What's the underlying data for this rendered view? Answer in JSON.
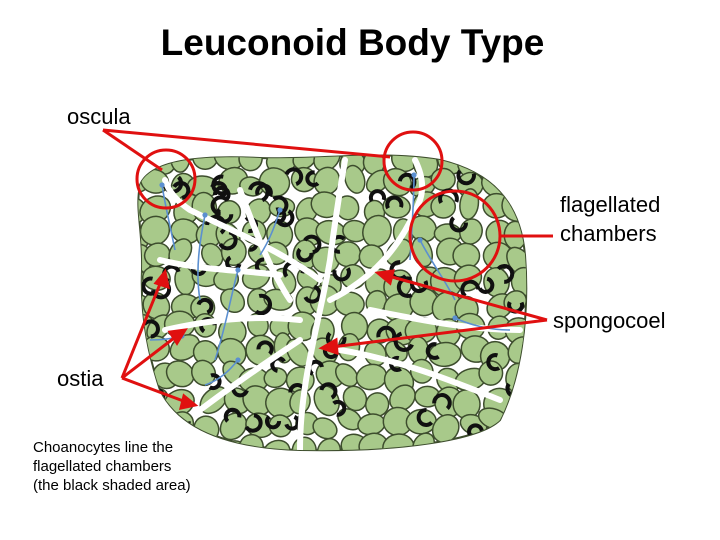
{
  "title": "Leuconoid Body Type",
  "labels": {
    "oscula": "oscula",
    "flagellated_line1": "flagellated",
    "flagellated_line2": "chambers",
    "spongocoel": "spongocoel",
    "ostia": "ostia"
  },
  "caption": {
    "line1": "Choanocytes line the",
    "line2": "flagellated chambers",
    "line3": "(the black shaded area)"
  },
  "colors": {
    "tissue": "#a8c98a",
    "tissue_outline": "#3d4d2d",
    "choanocyte": "#101010",
    "water_flow": "#5b8fd0",
    "annotation": "#e01010"
  }
}
